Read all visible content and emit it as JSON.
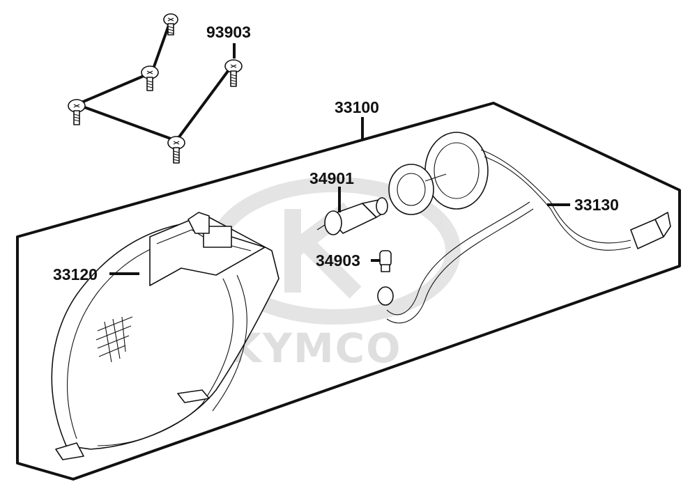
{
  "diagram": {
    "watermark": "KYMCO",
    "callouts": [
      {
        "id": "93903",
        "text": "93903"
      },
      {
        "id": "33100",
        "text": "33100"
      },
      {
        "id": "34901",
        "text": "34901"
      },
      {
        "id": "33130",
        "text": "33130"
      },
      {
        "id": "33120",
        "text": "33120"
      },
      {
        "id": "34903",
        "text": "34903"
      }
    ]
  }
}
